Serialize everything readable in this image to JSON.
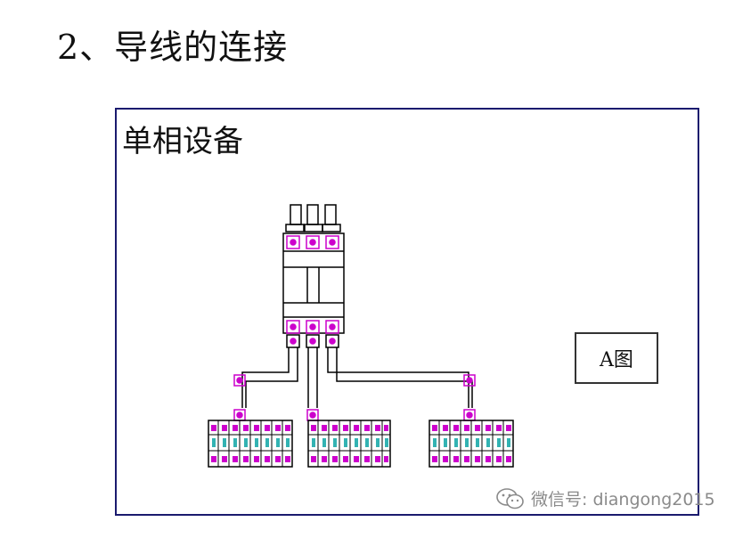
{
  "title": "2、导线的连接",
  "frame_label": "单相设备",
  "legend_label": "A图",
  "watermark": "微信号: diangong2015",
  "colors": {
    "frame_border": "#1a1a6e",
    "terminal_magenta": "#cc00cc",
    "terminal_teal": "#33b3b3",
    "line_black": "#000000"
  },
  "icons": [
    "wechat-icon"
  ]
}
